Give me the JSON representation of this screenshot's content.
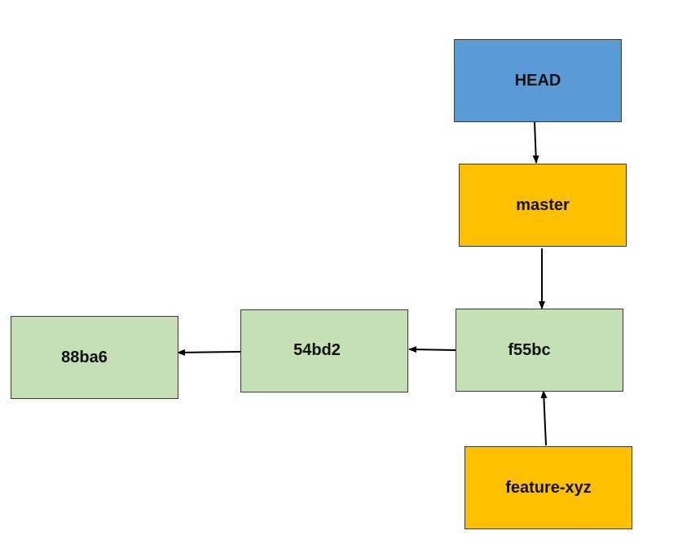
{
  "colors": {
    "head": "#5b9bd5",
    "branch": "#ffc000",
    "commit": "#c5e0b4",
    "border": "#3a3a3a",
    "arrow": "#000000"
  },
  "nodes": {
    "head": {
      "label": "HEAD"
    },
    "master": {
      "label": "master"
    },
    "feature": {
      "label": "feature-xyz"
    },
    "commit_f55bc": {
      "label": "f55bc"
    },
    "commit_54bd2": {
      "label": "54bd2"
    },
    "commit_88ba6": {
      "label": "88ba6"
    }
  }
}
